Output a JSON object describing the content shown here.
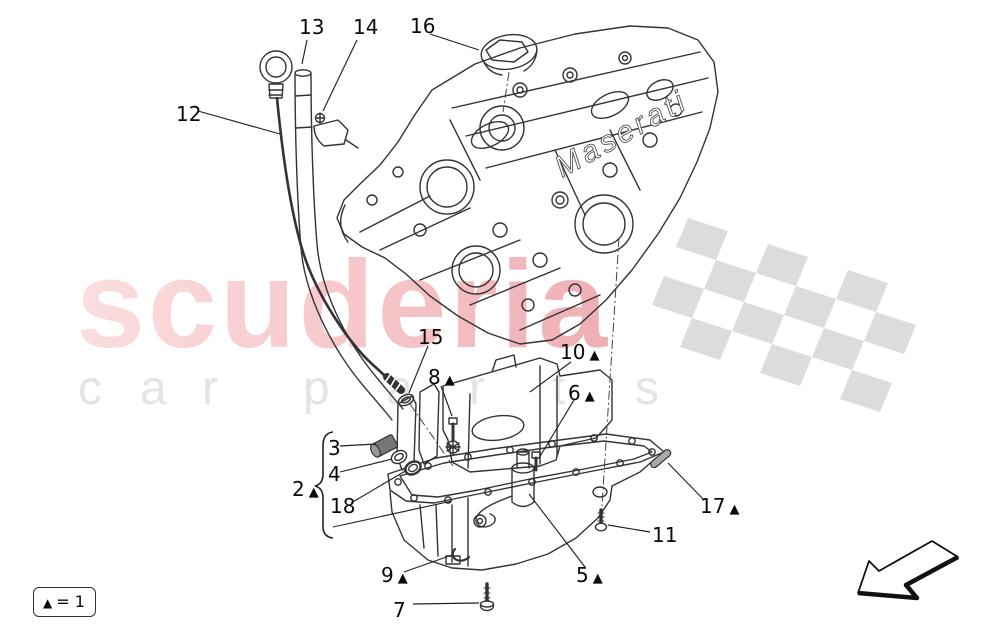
{
  "watermark": {
    "brand": "scuderia",
    "letters": [
      "c",
      "a",
      "r",
      "p",
      "a",
      "r",
      "t",
      "s"
    ],
    "brand_color_light": "#fbdee0",
    "brand_color_dark": "#eeafb4",
    "letters_color": "#e4e4e4",
    "flag_color": "#dcdcdc"
  },
  "engine": {
    "script": "Maserati"
  },
  "legend": {
    "symbol": "▲",
    "rest": "= 1"
  },
  "drawing": {
    "line_color": "#333333"
  },
  "callouts": [
    {
      "id": "12",
      "label": "12",
      "tri": ""
    },
    {
      "id": "13",
      "label": "13",
      "tri": ""
    },
    {
      "id": "14",
      "label": "14",
      "tri": ""
    },
    {
      "id": "16",
      "label": "16",
      "tri": ""
    },
    {
      "id": "15",
      "label": "15",
      "tri": ""
    },
    {
      "id": "8",
      "label": "8",
      "tri": "▲"
    },
    {
      "id": "10",
      "label": "10",
      "tri": "▲"
    },
    {
      "id": "6",
      "label": "6",
      "tri": "▲"
    },
    {
      "id": "3",
      "label": "3",
      "tri": ""
    },
    {
      "id": "4",
      "label": "4",
      "tri": ""
    },
    {
      "id": "2",
      "label": "2",
      "tri": "▲"
    },
    {
      "id": "18",
      "label": "18",
      "tri": ""
    },
    {
      "id": "9",
      "label": "9",
      "tri": "▲"
    },
    {
      "id": "5",
      "label": "5",
      "tri": "▲"
    },
    {
      "id": "7",
      "label": "7",
      "tri": ""
    },
    {
      "id": "17",
      "label": "17",
      "tri": "▲"
    },
    {
      "id": "11",
      "label": "11",
      "tri": ""
    }
  ]
}
